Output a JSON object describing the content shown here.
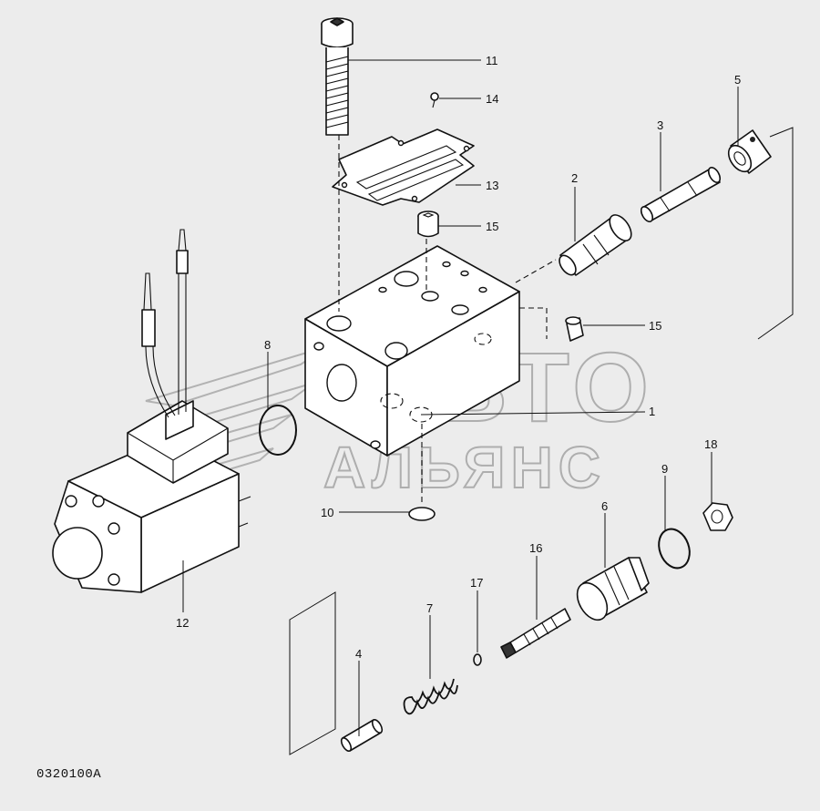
{
  "drawing_id": "0320100A",
  "watermark": {
    "line1": "АВТО",
    "line2": "АЛЬЯНС"
  },
  "callouts": [
    "1",
    "2",
    "3",
    "4",
    "5",
    "6",
    "7",
    "8",
    "9",
    "10",
    "11",
    "12",
    "13",
    "14",
    "15",
    "15",
    "16",
    "17",
    "18"
  ]
}
